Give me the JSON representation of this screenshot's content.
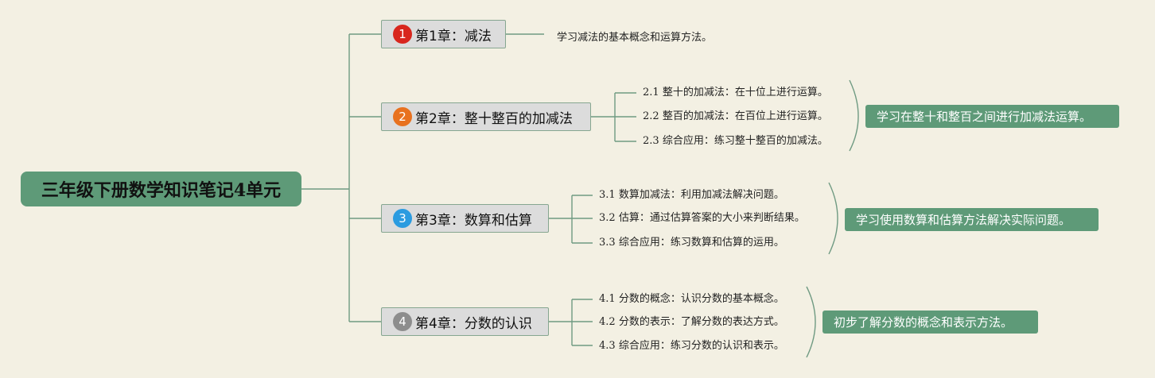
{
  "root": {
    "title": "三年级下册数学知识笔记4单元"
  },
  "colors": {
    "line": "#6f9a82",
    "node": "#5e9a78",
    "badge1": "#d8261d",
    "badge2": "#e8711f",
    "badge3": "#2b9be0",
    "badge4": "#8d8d8d"
  },
  "chapters": [
    {
      "badge": "1",
      "title": "第1章：减法",
      "desc": "学习减法的基本概念和运算方法。"
    },
    {
      "badge": "2",
      "title": "第2章：整十整百的加减法",
      "subs": [
        {
          "num": "2.1",
          "text": "整十的加减法：在十位上进行运算。"
        },
        {
          "num": "2.2",
          "text": "整百的加减法：在百位上进行运算。"
        },
        {
          "num": "2.3",
          "text": "综合应用：练习整十整百的加减法。"
        }
      ],
      "summary": "学习在整十和整百之间进行加减法运算。"
    },
    {
      "badge": "3",
      "title": "第3章：数算和估算",
      "subs": [
        {
          "num": "3.1",
          "text": "数算加减法：利用加减法解决问题。"
        },
        {
          "num": "3.2",
          "text": "估算：通过估算答案的大小来判断结果。"
        },
        {
          "num": "3.3",
          "text": "综合应用：练习数算和估算的运用。"
        }
      ],
      "summary": "学习使用数算和估算方法解决实际问题。"
    },
    {
      "badge": "4",
      "title": "第4章：分数的认识",
      "subs": [
        {
          "num": "4.1",
          "text": "分数的概念：认识分数的基本概念。"
        },
        {
          "num": "4.2",
          "text": "分数的表示：了解分数的表达方式。"
        },
        {
          "num": "4.3",
          "text": "综合应用：练习分数的认识和表示。"
        }
      ],
      "summary": "初步了解分数的概念和表示方法。"
    }
  ]
}
